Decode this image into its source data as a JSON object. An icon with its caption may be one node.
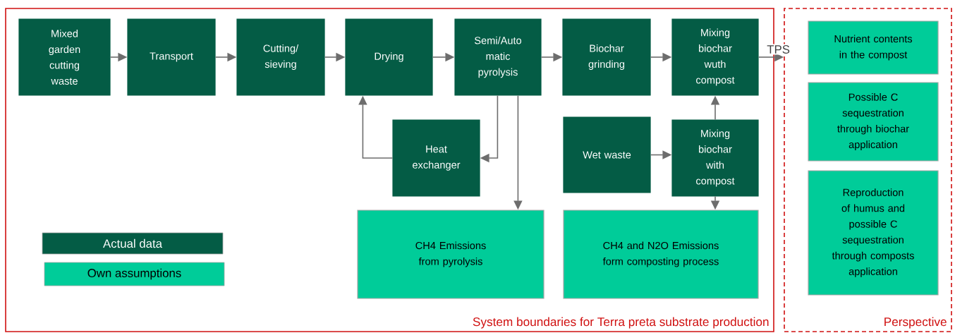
{
  "diagram": {
    "nodes": [
      {
        "text": [
          "System boundaries for Terra preta substrate production"
        ]
      },
      {
        "text": [
          "Mixed garden cutting waste"
        ],
        "in": 0
      },
      {
        "text": [
          "Transport"
        ],
        "in": 0
      },
      {
        "text": [
          "Cutting/ sieving"
        ],
        "in": 0
      },
      {
        "text": [
          "Drying"
        ],
        "in": 0
      },
      {
        "text": [
          "Semi/Auto matic pyrolysis"
        ],
        "in": 0
      },
      {
        "text": [
          "Biochar grinding"
        ],
        "in": 0
      },
      {
        "text": [
          "Mixing biochar wuth compost"
        ],
        "in": 0
      },
      {
        "text": [
          "Heat exchanger"
        ],
        "in": 0
      },
      {
        "text": [
          "Wet waste"
        ],
        "in": 0
      },
      {
        "text": [
          "Mixing biochar with compost"
        ],
        "in": 0
      },
      {
        "text": [
          "CH4 Emissions from pyrolysis"
        ],
        "in": 0
      },
      {
        "text": [
          "CH4 and N2O Emissions form composting process"
        ],
        "in": 0
      },
      {
        "text": [
          "Perspective"
        ]
      },
      {
        "text": [
          "Nutrient contents in the compost"
        ],
        "in": 13
      },
      {
        "text": [
          "Possible C sequestration through biochar application"
        ],
        "in": 13
      },
      {
        "text": [
          "Reproduction of humus and possible C sequestration through composts application"
        ],
        "in": 13
      }
    ],
    "edges": [
      {
        "from": 1,
        "to": 2,
        "arrow": "to"
      },
      {
        "from": 2,
        "to": 3,
        "arrow": "to"
      },
      {
        "from": 3,
        "to": 4,
        "arrow": "to"
      },
      {
        "from": 4,
        "to": 5,
        "arrow": "to"
      },
      {
        "from": 5,
        "to": 6,
        "arrow": "to"
      },
      {
        "from": 6,
        "to": 7,
        "arrow": "to"
      },
      {
        "from": 5,
        "to": 8,
        "arrow": "to"
      },
      {
        "from": 8,
        "to": 4,
        "arrow": "to"
      },
      {
        "from": 5,
        "to": 11,
        "arrow": "to"
      },
      {
        "from": 9,
        "to": 10,
        "arrow": "to"
      },
      {
        "from": 10,
        "to": 7,
        "arrow": "to"
      },
      {
        "from": 10,
        "to": 12,
        "arrow": "to"
      },
      {
        "from": 7,
        "to": 13,
        "arrow": "to",
        "label": "TPS"
      }
    ],
    "legend": [
      {
        "text": "Actual data",
        "color": "#045c45"
      },
      {
        "text": "Own assumptions",
        "color": "#00cc99"
      }
    ]
  }
}
